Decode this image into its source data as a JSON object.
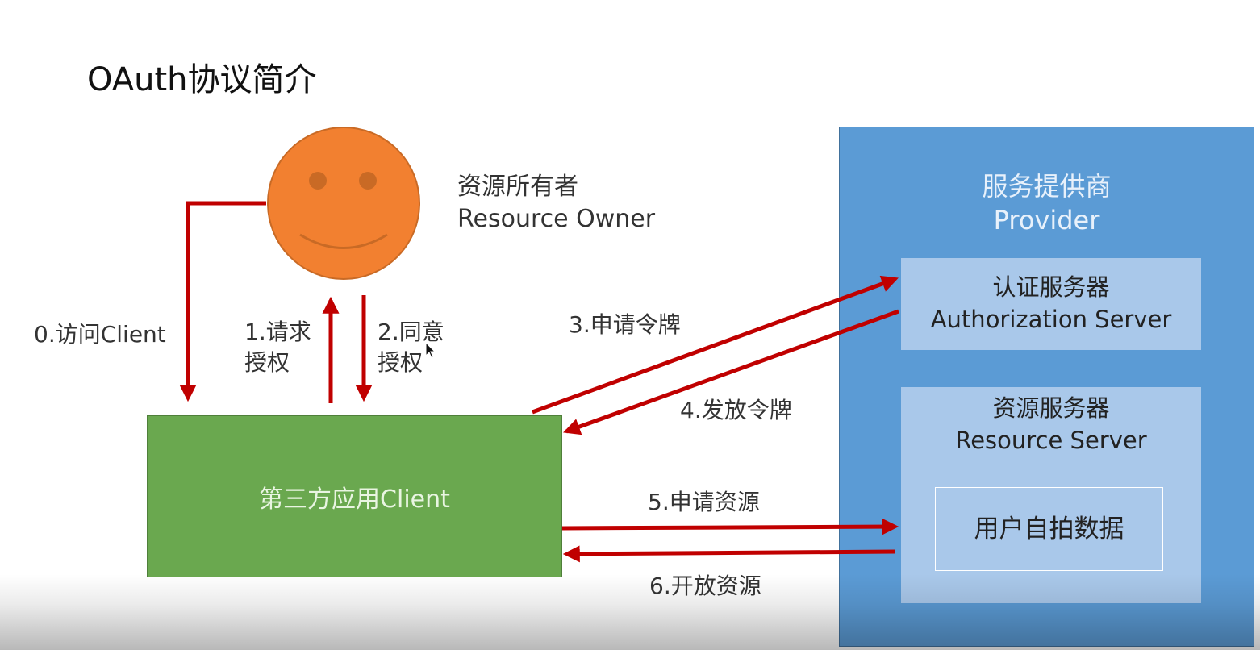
{
  "slide": {
    "title": "OAuth协议简介"
  },
  "owner": {
    "label_cn": "资源所有者",
    "label_en": "Resource Owner"
  },
  "client": {
    "label": "第三方应用Client"
  },
  "provider": {
    "title_cn": "服务提供商",
    "title_en": "Provider",
    "auth_server": {
      "label_cn": "认证服务器",
      "label_en": "Authorization Server"
    },
    "resource_server": {
      "label_cn": "资源服务器",
      "label_en": "Resource Server",
      "data_label": "用户自拍数据"
    }
  },
  "steps": {
    "s0": "0.访问Client",
    "s1_line1": "1.请求",
    "s1_line2": "授权",
    "s2_line1": "2.同意",
    "s2_line2": "授权",
    "s3": "3.申请令牌",
    "s4": "4.发放令牌",
    "s5": "5.申请资源",
    "s6": "6.开放资源"
  },
  "colors": {
    "arrow": "#c00000",
    "owner_face": "#f28030",
    "client_box": "#6aa84f",
    "provider_box": "#5b9bd5",
    "inner_box": "#a9c8ea",
    "title_fragment": "#e8393b"
  }
}
